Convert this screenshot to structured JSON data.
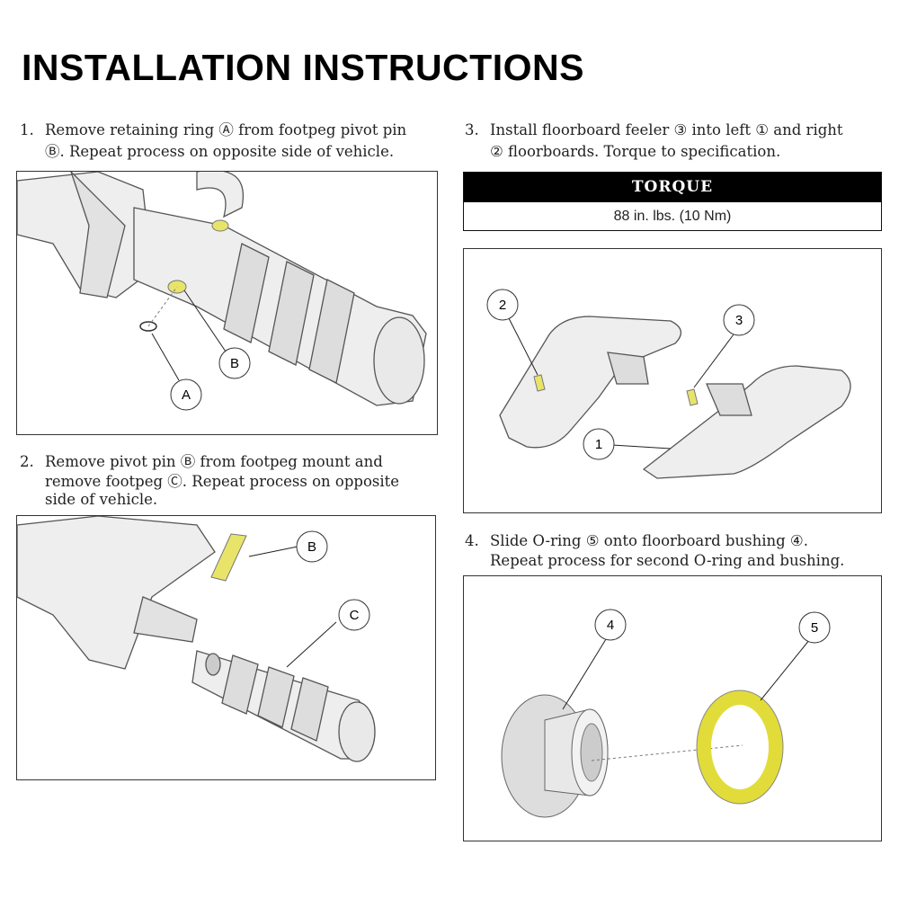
{
  "title": "INSTALLATION INSTRUCTIONS",
  "steps": [
    {
      "num": "1.",
      "line1": "Remove retaining ring Ⓐ from footpeg pivot pin",
      "line2": "Ⓑ. Repeat process on opposite side of vehicle."
    },
    {
      "num": "2.",
      "line1": "Remove pivot pin Ⓑ from footpeg mount and",
      "line2": "remove footpeg Ⓒ. Repeat process on opposite",
      "line3": "side of vehicle."
    },
    {
      "num": "3.",
      "line1": "Install floorboard feeler ③ into left ① and right",
      "line2": "② floorboards. Torque to specification."
    },
    {
      "num": "4.",
      "line1": "Slide O-ring ⑤ onto floorboard bushing ④.",
      "line2": "Repeat process for second O-ring and bushing."
    }
  ],
  "torque": {
    "header": "TORQUE",
    "value": "88 in. lbs. (10 Nm)"
  },
  "callouts": {
    "fig1": [
      "A",
      "B"
    ],
    "fig2": [
      "B",
      "C"
    ],
    "fig3": [
      "1",
      "2",
      "3"
    ],
    "fig4": [
      "4",
      "5"
    ]
  },
  "colors": {
    "highlight": "#e8e46a",
    "part": "#e6e6e6",
    "outline": "#555555"
  }
}
